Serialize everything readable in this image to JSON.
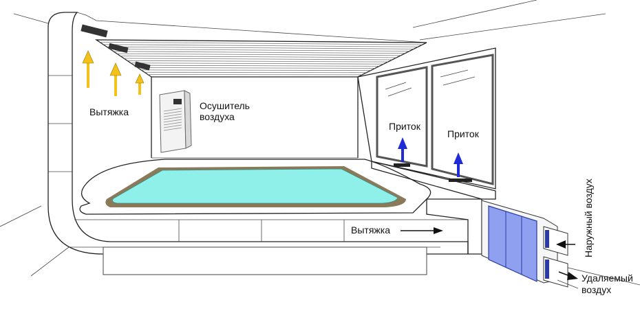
{
  "labels": {
    "exhaust_top": "Вытяжка",
    "dehumidifier_line1": "Осушитель",
    "dehumidifier_line2": "воздуха",
    "supply_left": "Приток",
    "supply_right": "Приток",
    "exhaust_bottom": "Вытяжка",
    "outdoor_air": "Наружный воздух",
    "exhaust_air_line1": "Удаляемый",
    "exhaust_air_line2": "воздух"
  },
  "colors": {
    "pool_water": "#8ff0ea",
    "pool_edge": "#8a7a5a",
    "exhaust_arrow": "#f2c21b",
    "supply_arrow": "#1f2bd6",
    "air_handler": "#8fa0f0",
    "window_frame": "#555555"
  },
  "icons": {
    "dehumidifier": "dehumidifier-unit-icon",
    "air_handler": "air-handling-unit-icon"
  }
}
